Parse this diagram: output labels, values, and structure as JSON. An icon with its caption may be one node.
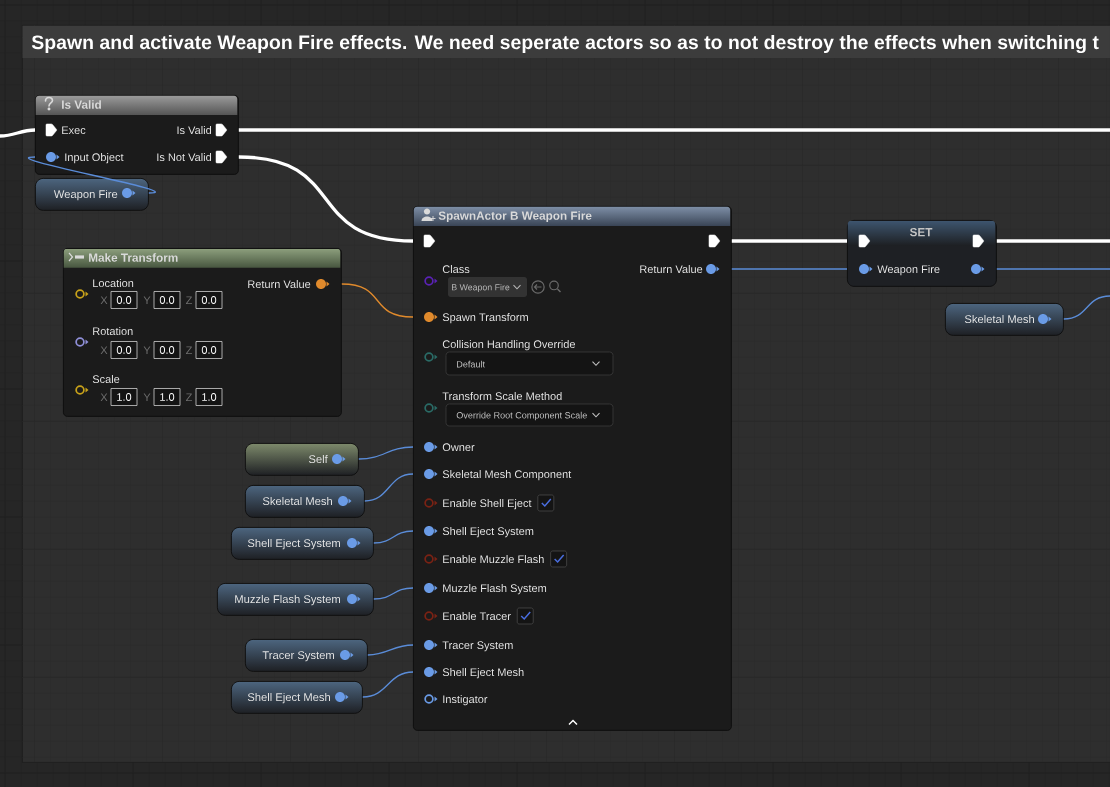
{
  "diagram": {
    "nodes": [
      {
        "text": [
          "Spawn and activate Weapon Fire effects. We need seperate actors so as to not destroy the effects when switching t"
        ]
      },
      {
        "text": [
          "Is Valid",
          "Exec",
          "Is Valid",
          "Input Object",
          "Is Not Valid"
        ],
        "in": 0
      },
      {
        "text": [
          "Weapon Fire"
        ],
        "in": 0
      },
      {
        "text": [
          "SpawnActor B Weapon Fire",
          "Class",
          "Return Value",
          "B Weapon Fire",
          "Spawn Transform",
          "Collision Handling Override",
          "Default",
          "Transform Scale Method",
          "Override Root Component Scale",
          "Owner",
          "Skeletal Mesh Component",
          "Enable Shell Eject",
          "Shell Eject System",
          "Enable Muzzle Flash",
          "Muzzle Flash System",
          "Enable Tracer",
          "Tracer System",
          "Shell Eject Mesh",
          "Instigator"
        ],
        "in": 0
      },
      {
        "text": [
          "SET",
          "Weapon Fire"
        ],
        "in": 0
      },
      {
        "text": [
          "Make Transform",
          "Location",
          "Return Value",
          "X",
          "0.0",
          "Y",
          "0.0",
          "Z",
          "0.0",
          "Rotation",
          "X",
          "0.0",
          "Y",
          "0.0",
          "Z",
          "0.0",
          "Scale",
          "X",
          "1.0",
          "Y",
          "1.0",
          "Z",
          "1.0"
        ],
        "in": 0
      },
      {
        "text": [
          "Skeletal Mesh"
        ],
        "in": 0
      },
      {
        "text": [
          "Self"
        ],
        "in": 0
      },
      {
        "text": [
          "Skeletal Mesh"
        ],
        "in": 0
      },
      {
        "text": [
          "Shell Eject System"
        ],
        "in": 0
      },
      {
        "text": [
          "Muzzle Flash System"
        ],
        "in": 0
      },
      {
        "text": [
          "Tracer System"
        ],
        "in": 0
      },
      {
        "text": [
          "Shell Eject Mesh"
        ],
        "in": 0
      }
    ],
    "edges": [
      {
        "from": null,
        "to": 1,
        "arrow": "none",
        "style": "thick",
        "color": "#ffffff"
      },
      {
        "from": 1,
        "to": null,
        "arrow": "none",
        "style": "thick",
        "color": "#ffffff"
      },
      {
        "from": 1,
        "to": 3,
        "arrow": "none",
        "style": "thick",
        "color": "#ffffff"
      },
      {
        "from": 3,
        "to": 4,
        "arrow": "none",
        "style": "thick",
        "color": "#ffffff"
      },
      {
        "from": 4,
        "to": null,
        "arrow": "none",
        "style": "thick",
        "color": "#ffffff"
      },
      {
        "from": 2,
        "to": 1,
        "arrow": "none"
      },
      {
        "from": 5,
        "to": 3,
        "arrow": "none",
        "color": "#e08a2c"
      },
      {
        "from": 3,
        "to": 4,
        "arrow": "none"
      },
      {
        "from": 4,
        "to": null,
        "arrow": "none"
      },
      {
        "from": 6,
        "to": null,
        "arrow": "none"
      },
      {
        "from": 7,
        "to": 3,
        "arrow": "none"
      },
      {
        "from": 8,
        "to": 3,
        "arrow": "none"
      },
      {
        "from": 9,
        "to": 3,
        "arrow": "none"
      },
      {
        "from": 10,
        "to": 3,
        "arrow": "none"
      },
      {
        "from": 11,
        "to": 3,
        "arrow": "none"
      },
      {
        "from": 12,
        "to": 3,
        "arrow": "none"
      }
    ]
  }
}
